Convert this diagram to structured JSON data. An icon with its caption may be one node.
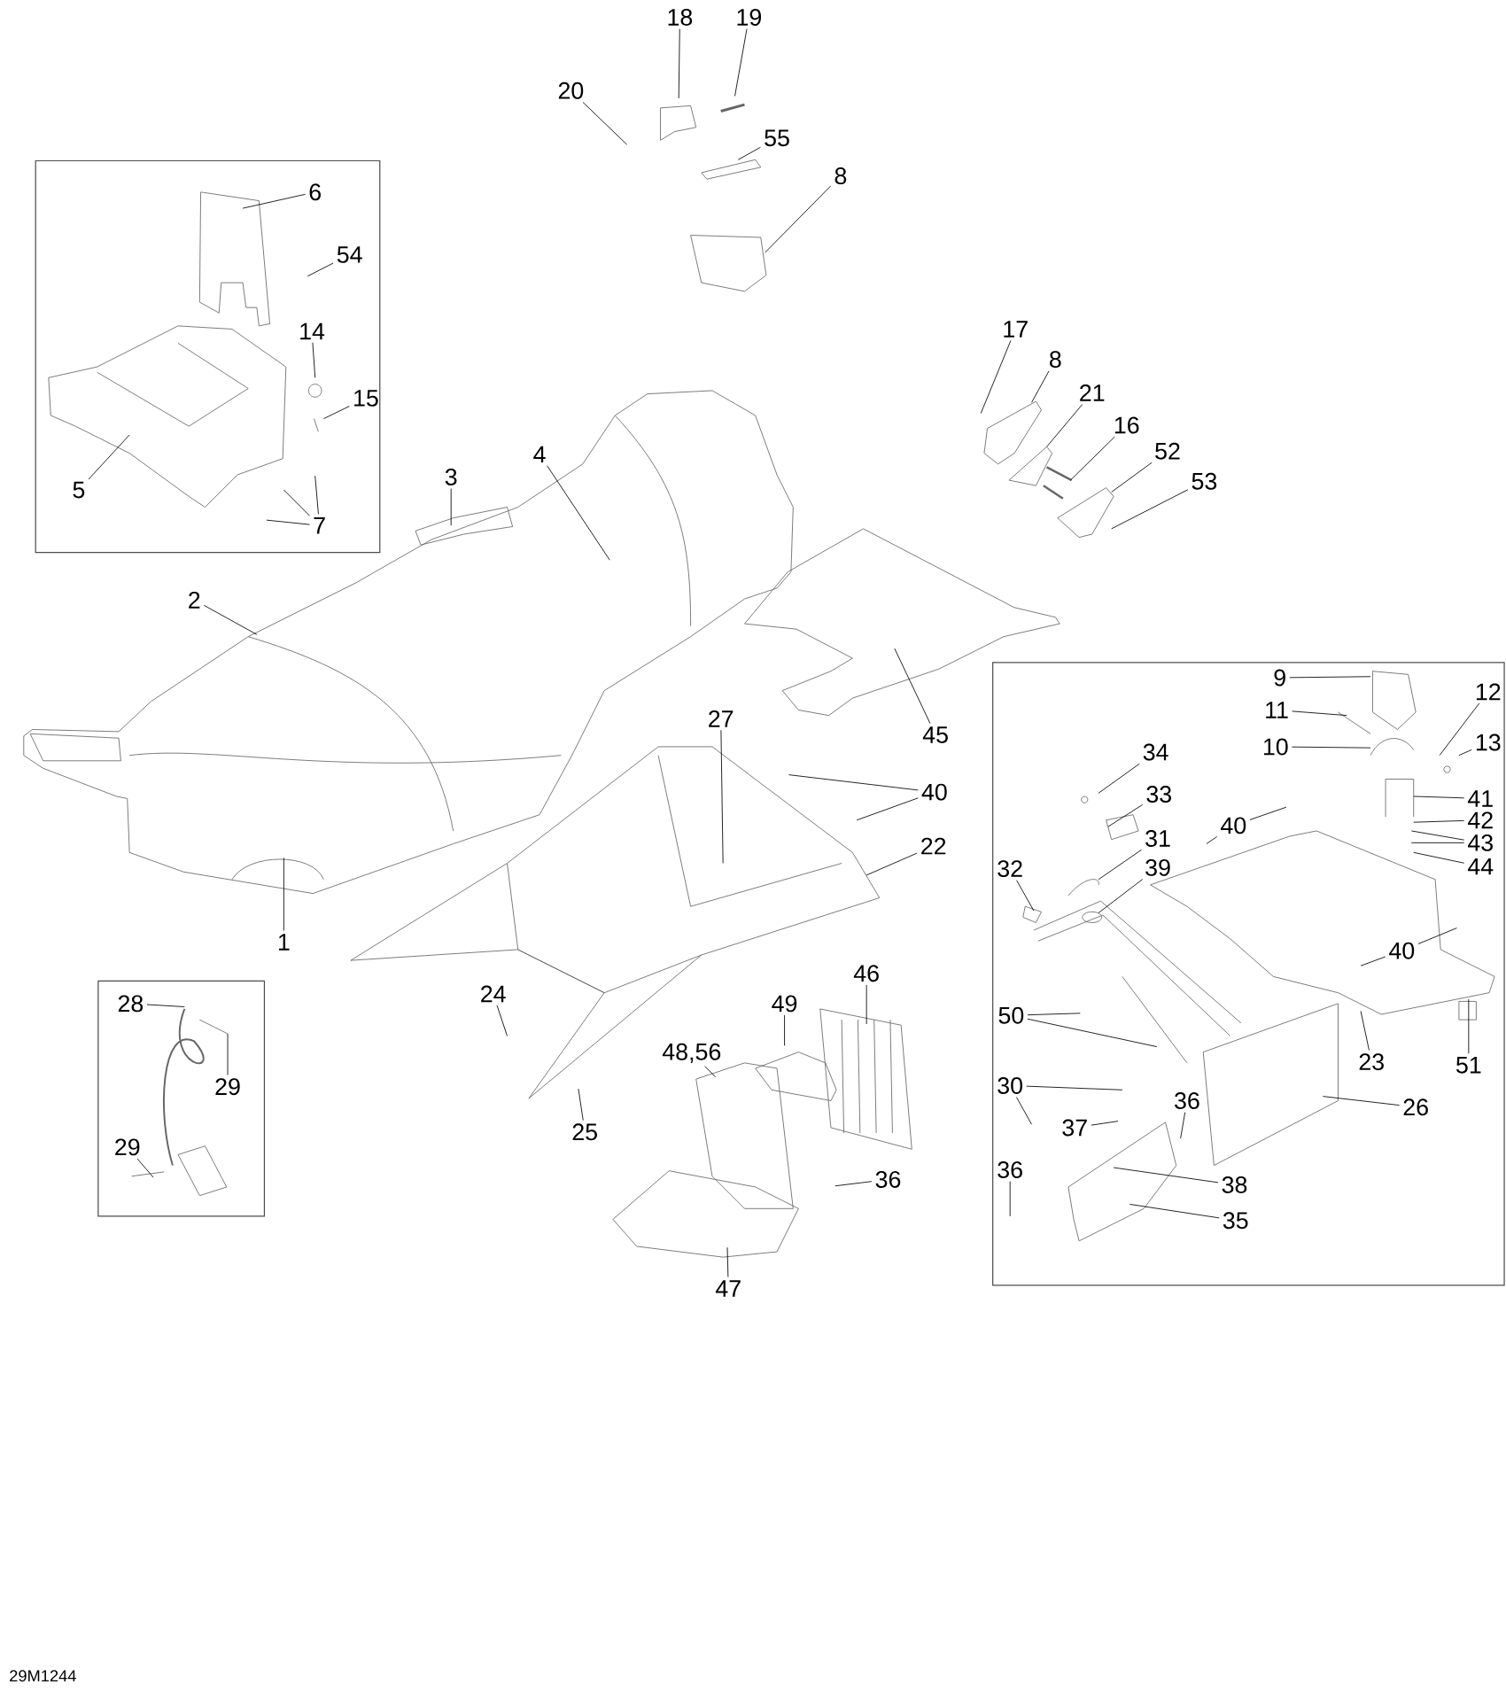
{
  "diagram": {
    "nodes": [
      {
        "text": [
          "18"
        ]
      },
      {
        "text": [
          "19"
        ]
      },
      {
        "text": [
          "20"
        ]
      },
      {
        "text": [
          "55"
        ]
      },
      {
        "text": [
          "8"
        ]
      },
      {
        "text": [],
        "shape": "box"
      },
      {
        "text": [
          "6"
        ],
        "in": 5
      },
      {
        "text": [
          "54"
        ],
        "in": 5
      },
      {
        "text": [
          "17"
        ]
      },
      {
        "text": [
          "8"
        ]
      },
      {
        "text": [
          "14"
        ],
        "in": 5
      },
      {
        "text": [
          "21"
        ]
      },
      {
        "text": [
          "15"
        ],
        "in": 5
      },
      {
        "text": [
          "16"
        ]
      },
      {
        "text": [
          "52"
        ]
      },
      {
        "text": [
          "53"
        ]
      },
      {
        "text": [
          "4"
        ]
      },
      {
        "text": [
          "3"
        ]
      },
      {
        "text": [
          "5"
        ],
        "in": 5
      },
      {
        "text": [
          "7"
        ],
        "in": 5
      },
      {
        "text": [
          "2"
        ]
      },
      {
        "text": [],
        "shape": "box"
      },
      {
        "text": [
          "9"
        ],
        "in": 21
      },
      {
        "text": [
          "11"
        ],
        "in": 21
      },
      {
        "text": [
          "12"
        ],
        "in": 21
      },
      {
        "text": [
          "13"
        ],
        "in": 21
      },
      {
        "text": [
          "10"
        ],
        "in": 21
      },
      {
        "text": [
          "45"
        ]
      },
      {
        "text": [
          "27"
        ]
      },
      {
        "text": [
          "34"
        ],
        "in": 21
      },
      {
        "text": [
          "40"
        ]
      },
      {
        "text": [
          "41"
        ],
        "in": 21
      },
      {
        "text": [
          "33"
        ],
        "in": 21
      },
      {
        "text": [
          "42"
        ],
        "in": 21
      },
      {
        "text": [
          "43"
        ],
        "in": 21
      },
      {
        "text": [
          "40"
        ],
        "in": 21
      },
      {
        "text": [
          "31"
        ],
        "in": 21
      },
      {
        "text": [
          "44"
        ],
        "in": 21
      },
      {
        "text": [
          "22"
        ]
      },
      {
        "text": [
          "39"
        ],
        "in": 21
      },
      {
        "text": [
          "32"
        ],
        "in": 21
      },
      {
        "text": [
          "40"
        ],
        "in": 21
      },
      {
        "text": [
          "1"
        ]
      },
      {
        "text": [],
        "shape": "box"
      },
      {
        "text": [
          "28"
        ],
        "in": 43
      },
      {
        "text": [
          "46"
        ]
      },
      {
        "text": [
          "24"
        ]
      },
      {
        "text": [
          "49"
        ]
      },
      {
        "text": [
          "50"
        ],
        "in": 21
      },
      {
        "text": [
          "48,56"
        ]
      },
      {
        "text": [
          "23"
        ],
        "in": 21
      },
      {
        "text": [
          "51"
        ],
        "in": 21
      },
      {
        "text": [
          "29"
        ],
        "in": 43
      },
      {
        "text": [
          "30"
        ],
        "in": 21
      },
      {
        "text": [
          "26"
        ],
        "in": 21
      },
      {
        "text": [
          "37"
        ],
        "in": 21
      },
      {
        "text": [
          "36"
        ],
        "in": 21
      },
      {
        "text": [
          "25"
        ]
      },
      {
        "text": [
          "29"
        ],
        "in": 43
      },
      {
        "text": [
          "36"
        ],
        "in": 21
      },
      {
        "text": [
          "36"
        ]
      },
      {
        "text": [
          "38"
        ],
        "in": 21
      },
      {
        "text": [
          "35"
        ],
        "in": 21
      },
      {
        "text": [
          "47"
        ]
      }
    ],
    "edges": [
      {
        "from": 0,
        "to": null,
        "arrow": "none"
      },
      {
        "from": 1,
        "to": null,
        "arrow": "none"
      },
      {
        "from": 2,
        "to": null,
        "arrow": "none"
      },
      {
        "from": 3,
        "to": null,
        "arrow": "none"
      },
      {
        "from": 4,
        "to": null,
        "arrow": "none"
      },
      {
        "from": 6,
        "to": null,
        "arrow": "none"
      },
      {
        "from": 7,
        "to": null,
        "arrow": "none"
      },
      {
        "from": 8,
        "to": null,
        "arrow": "none"
      },
      {
        "from": 9,
        "to": null,
        "arrow": "none"
      },
      {
        "from": 10,
        "to": null,
        "arrow": "none"
      },
      {
        "from": 11,
        "to": null,
        "arrow": "none"
      },
      {
        "from": 12,
        "to": null,
        "arrow": "none"
      },
      {
        "from": 13,
        "to": null,
        "arrow": "none"
      },
      {
        "from": 14,
        "to": null,
        "arrow": "none"
      },
      {
        "from": 15,
        "to": null,
        "arrow": "none"
      },
      {
        "from": 16,
        "to": null,
        "arrow": "none"
      },
      {
        "from": 17,
        "to": null,
        "arrow": "none"
      },
      {
        "from": 18,
        "to": null,
        "arrow": "none"
      },
      {
        "from": 19,
        "to": null,
        "arrow": "none"
      },
      {
        "from": 19,
        "to": null,
        "arrow": "none"
      },
      {
        "from": 19,
        "to": null,
        "arrow": "none"
      },
      {
        "from": 20,
        "to": null,
        "arrow": "none"
      },
      {
        "from": 22,
        "to": null,
        "arrow": "none"
      },
      {
        "from": 23,
        "to": null,
        "arrow": "none"
      },
      {
        "from": 24,
        "to": null,
        "arrow": "none"
      },
      {
        "from": 25,
        "to": null,
        "arrow": "none"
      },
      {
        "from": 26,
        "to": null,
        "arrow": "none"
      },
      {
        "from": 27,
        "to": null,
        "arrow": "none"
      },
      {
        "from": 28,
        "to": null,
        "arrow": "none"
      },
      {
        "from": 29,
        "to": null,
        "arrow": "none"
      },
      {
        "from": 30,
        "to": null,
        "arrow": "none"
      },
      {
        "from": 30,
        "to": null,
        "arrow": "none"
      },
      {
        "from": 31,
        "to": null,
        "arrow": "none"
      },
      {
        "from": 32,
        "to": null,
        "arrow": "none"
      },
      {
        "from": 33,
        "to": null,
        "arrow": "none"
      },
      {
        "from": 34,
        "to": null,
        "arrow": "none"
      },
      {
        "from": 34,
        "to": null,
        "arrow": "none"
      },
      {
        "from": 35,
        "to": null,
        "arrow": "none"
      },
      {
        "from": 35,
        "to": null,
        "arrow": "none"
      },
      {
        "from": 36,
        "to": null,
        "arrow": "none"
      },
      {
        "from": 37,
        "to": null,
        "arrow": "none"
      },
      {
        "from": 38,
        "to": null,
        "arrow": "none"
      },
      {
        "from": 39,
        "to": null,
        "arrow": "none"
      },
      {
        "from": 40,
        "to": null,
        "arrow": "none"
      },
      {
        "from": 41,
        "to": null,
        "arrow": "none"
      },
      {
        "from": 41,
        "to": null,
        "arrow": "none"
      },
      {
        "from": 42,
        "to": null,
        "arrow": "none"
      },
      {
        "from": 44,
        "to": null,
        "arrow": "none"
      },
      {
        "from": 45,
        "to": null,
        "arrow": "none"
      },
      {
        "from": 46,
        "to": null,
        "arrow": "none"
      },
      {
        "from": 47,
        "to": null,
        "arrow": "none"
      },
      {
        "from": 48,
        "to": null,
        "arrow": "none"
      },
      {
        "from": 48,
        "to": null,
        "arrow": "none"
      },
      {
        "from": 49,
        "to": null,
        "arrow": "none"
      },
      {
        "from": 50,
        "to": null,
        "arrow": "none"
      },
      {
        "from": 51,
        "to": null,
        "arrow": "none"
      },
      {
        "from": 52,
        "to": null,
        "arrow": "none"
      },
      {
        "from": 53,
        "to": null,
        "arrow": "none"
      },
      {
        "from": 53,
        "to": null,
        "arrow": "none"
      },
      {
        "from": 54,
        "to": null,
        "arrow": "none"
      },
      {
        "from": 55,
        "to": null,
        "arrow": "none"
      },
      {
        "from": 56,
        "to": null,
        "arrow": "none"
      },
      {
        "from": 57,
        "to": null,
        "arrow": "none"
      },
      {
        "from": 58,
        "to": null,
        "arrow": "none"
      },
      {
        "from": 59,
        "to": null,
        "arrow": "none"
      },
      {
        "from": 60,
        "to": null,
        "arrow": "none"
      },
      {
        "from": 61,
        "to": null,
        "arrow": "none"
      },
      {
        "from": 62,
        "to": null,
        "arrow": "none"
      },
      {
        "from": 63,
        "to": null,
        "arrow": "none"
      }
    ],
    "labels": [
      "29M1244"
    ]
  }
}
